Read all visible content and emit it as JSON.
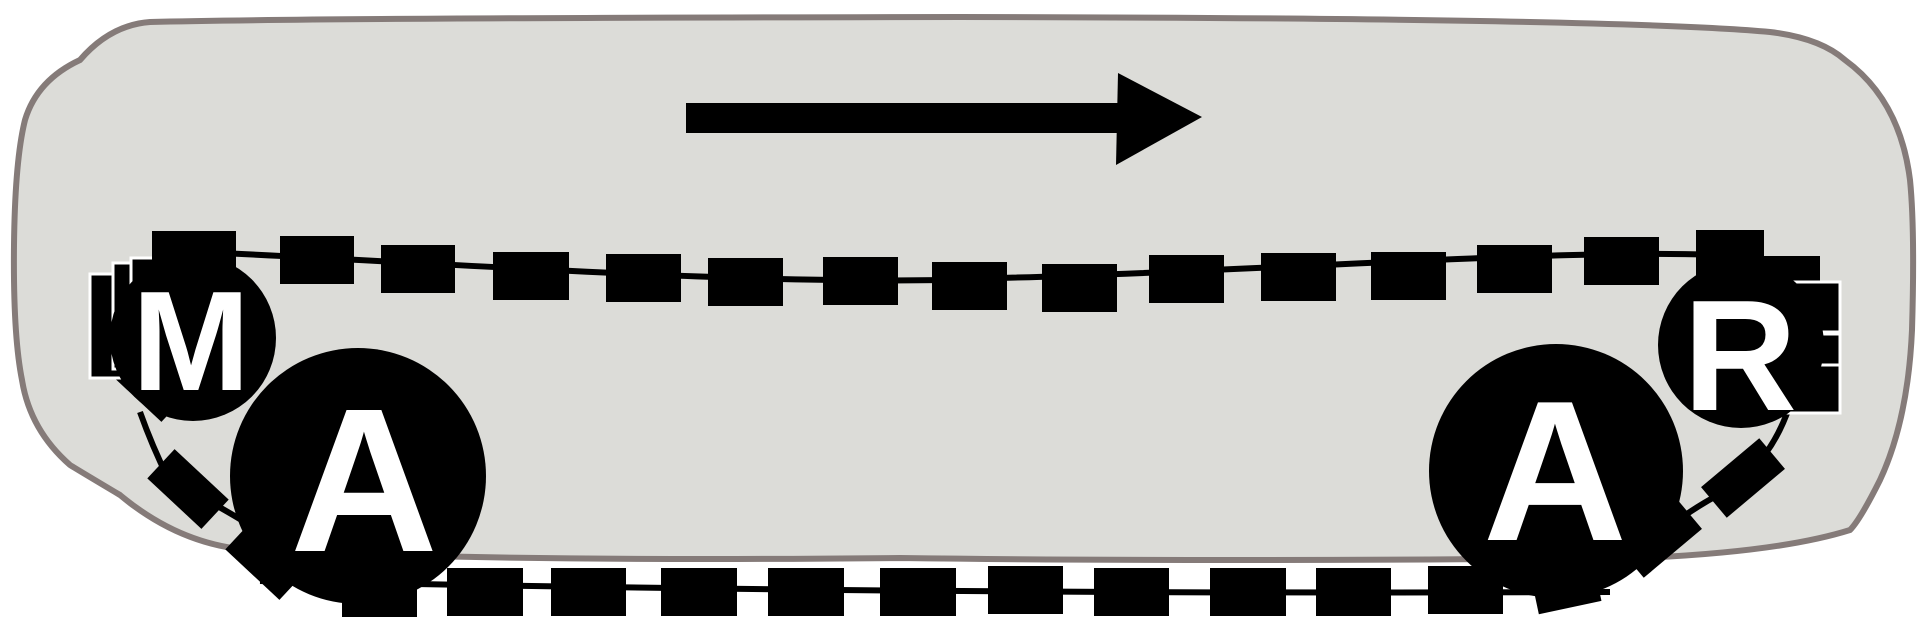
{
  "diagram": {
    "colors": {
      "cell_fill": "#dcdcd8",
      "cell_outline": "#857b79",
      "strand": "#000000",
      "node_fill": "#000000",
      "node_text": "#ffffff"
    },
    "direction_arrow": "right",
    "nodes": {
      "m": {
        "label": "M"
      },
      "a_left": {
        "label": "A"
      },
      "a_right": {
        "label": "A"
      },
      "r": {
        "label": "R"
      }
    }
  }
}
